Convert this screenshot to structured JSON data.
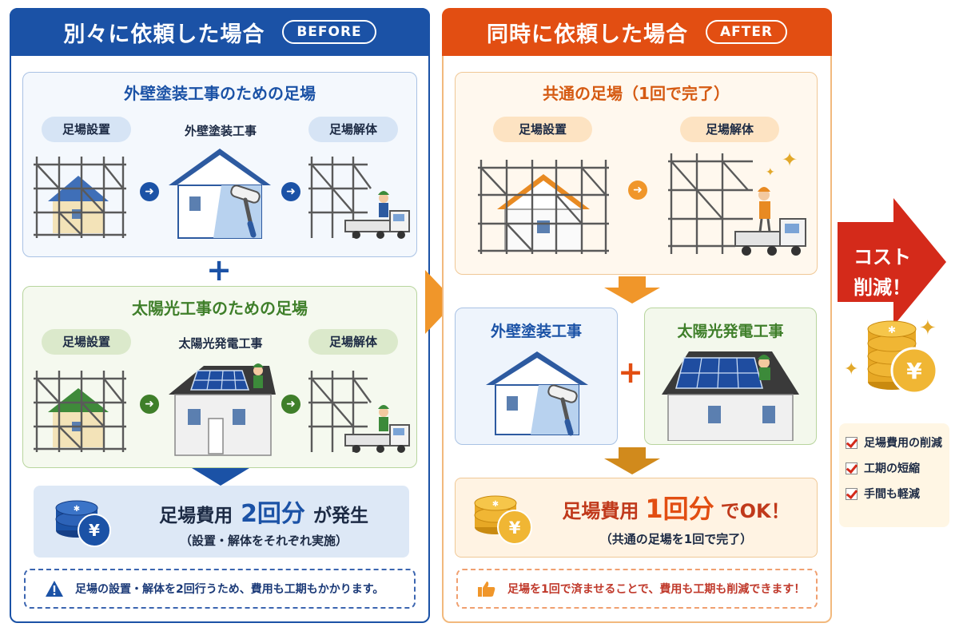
{
  "before": {
    "title": "別々に依頼した場合",
    "badge": "BEFORE",
    "exterior_section": {
      "title": "外壁塗装工事のための足場",
      "steps": [
        "足場設置",
        "外壁塗装工事",
        "足場解体"
      ]
    },
    "solar_section": {
      "title": "太陽光工事のための足場",
      "steps": [
        "足場設置",
        "太陽光発電工事",
        "足場解体"
      ]
    },
    "plus": "+",
    "result": {
      "prefix": "足場費用",
      "count": "2回分",
      "suffix": "が発生",
      "sub": "（設置・解体をそれぞれ実施）"
    },
    "notice": "足場の設置・解体を2回行うため、費用も工期もかかります。"
  },
  "after": {
    "title": "同時に依頼した場合",
    "badge": "AFTER",
    "common_section": {
      "title": "共通の足場（1回で完了）",
      "steps": [
        "足場設置",
        "足場解体"
      ]
    },
    "work_cards": [
      "外壁塗装工事",
      "太陽光発電工事"
    ],
    "plus": "+",
    "result": {
      "prefix": "足場費用",
      "count": "1回分",
      "suffix": "でOK！",
      "sub": "（共通の足場を1回で完了）"
    },
    "notice": "足場を1回で済ませることで、費用も工期も削減できます！"
  },
  "cost_badge": {
    "line1": "コスト",
    "line2": "削減！"
  },
  "benefits": [
    "足場費用の削減",
    "工期の短縮",
    "手間も軽減"
  ],
  "colors": {
    "before_header": "#1b52a6",
    "after_header": "#e24e12",
    "arrow_blue": "#1b52a6",
    "arrow_green": "#3f7f2a",
    "arrow_orange": "#f0962a",
    "cost_red": "#d42a1a"
  },
  "icons": [
    "arrow-right-icon",
    "plus-icon",
    "warning-icon",
    "thumbs-up-icon",
    "yen-coin-icon",
    "sparkle-icon",
    "check-icon"
  ]
}
